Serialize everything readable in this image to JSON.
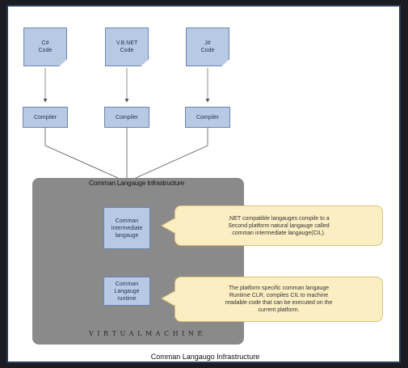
{
  "sources": [
    {
      "line1": "C#",
      "line2": "Code"
    },
    {
      "line1": "V.B.NET",
      "line2": "Code"
    },
    {
      "line1": "J#",
      "line2": "Code"
    }
  ],
  "compilers": [
    "Compiler",
    "Compiler",
    "Compiler"
  ],
  "cli_label": "Comman Langauge Infrastructure",
  "cil": {
    "line1": "Comman",
    "line2": "Intermediate",
    "line3": "langauge"
  },
  "clr": {
    "line1": "Comman",
    "line2": "Langauge",
    "line3": "runtime"
  },
  "notes": {
    "cil": [
      ".NET compatible langauges compile to a",
      "Second platform natural langauge called",
      "comman intermediate langauge(CIL)."
    ],
    "clr": [
      "The platform specific comman langauge",
      "Runtime CLR, compiles CIL to machine",
      "readable code that can be executed on the",
      "current platform."
    ]
  },
  "runtime_text": "V I R T U A L  M A C H I N E",
  "caption": "Comman Langaugo Infrastructure"
}
